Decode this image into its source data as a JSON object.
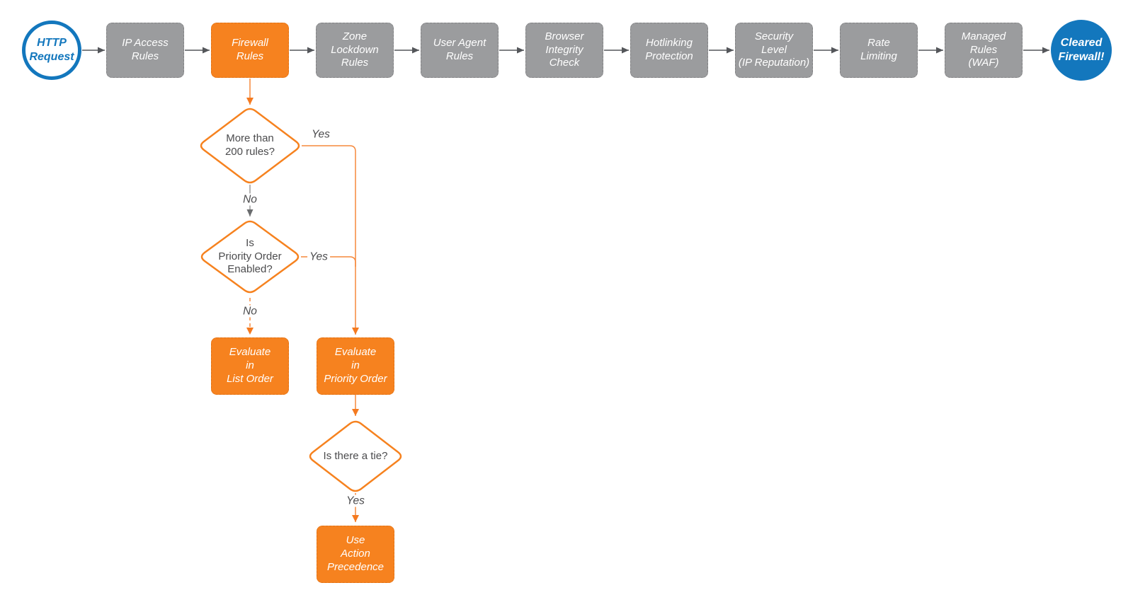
{
  "diagram": {
    "title_hint": "Cloudflare firewall request evaluation flowchart",
    "pipeline": {
      "start": {
        "label": "HTTP\nRequest"
      },
      "steps": [
        {
          "label": "IP Access\nRules",
          "highlighted": false
        },
        {
          "label": "Firewall\nRules",
          "highlighted": true
        },
        {
          "label": "Zone\nLockdown\nRules",
          "highlighted": false
        },
        {
          "label": "User Agent\nRules",
          "highlighted": false
        },
        {
          "label": "Browser\nIntegrity\nCheck",
          "highlighted": false
        },
        {
          "label": "Hotlinking\nProtection",
          "highlighted": false
        },
        {
          "label": "Security\nLevel\n(IP Reputation)",
          "highlighted": false
        },
        {
          "label": "Rate\nLimiting",
          "highlighted": false
        },
        {
          "label": "Managed\nRules\n(WAF)",
          "highlighted": false
        }
      ],
      "end": {
        "label": "Cleared\nFirewall!"
      }
    },
    "branch": {
      "d200": {
        "label": "More than\n200 rules?",
        "yes": "Yes",
        "no": "No"
      },
      "dpriority": {
        "label": "Is\nPriority Order\nEnabled?",
        "yes": "Yes",
        "no": "No"
      },
      "dtie": {
        "label": "Is there a tie?",
        "yes": "Yes"
      },
      "list_order": {
        "label": "Evaluate\nin\nList Order"
      },
      "priority_order": {
        "label": "Evaluate\nin\nPriority Order"
      },
      "action_precedence": {
        "label": "Use\nAction\nPrecedence"
      }
    },
    "colors": {
      "node_orange": "#F6821F",
      "node_gray": "#9B9C9E",
      "node_blue": "#1377BD",
      "connector_gray": "#54565A",
      "connector_orange": "#F6883B",
      "text_dark": "#4B4B4D"
    }
  }
}
